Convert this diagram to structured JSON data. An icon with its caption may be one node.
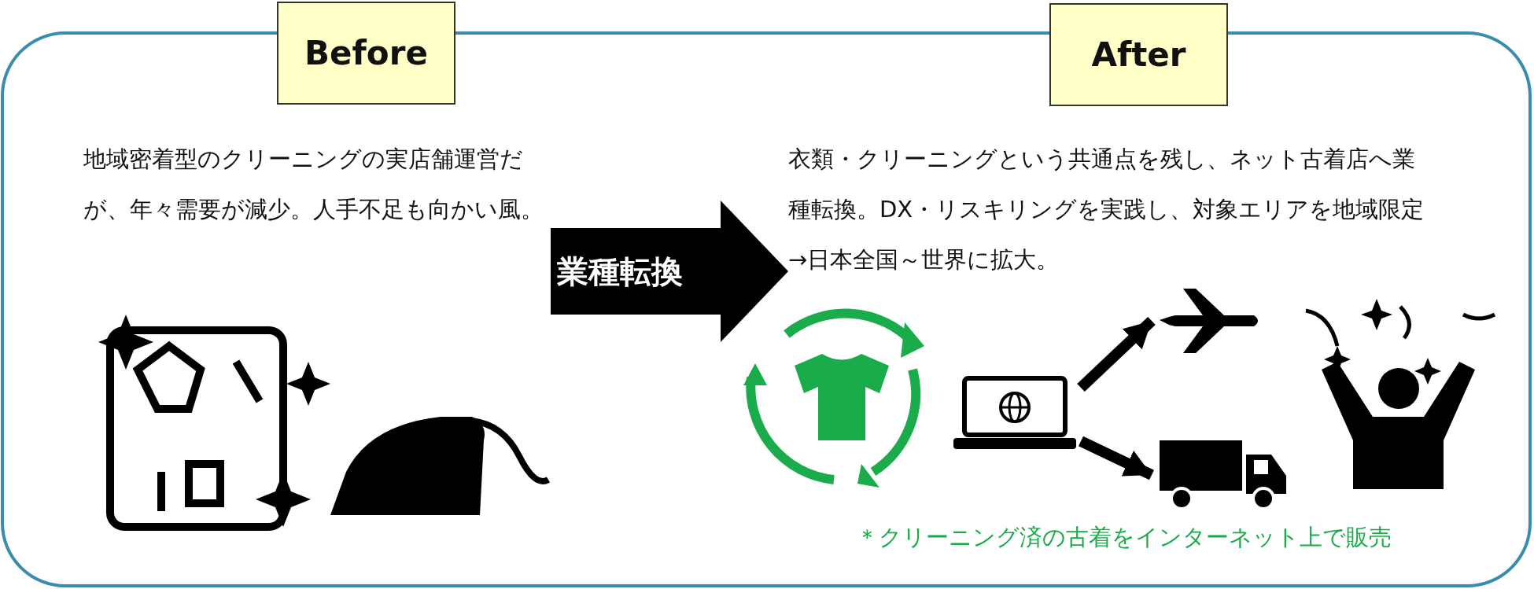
{
  "diagram": {
    "nodes": [
      {
        "text": [
          "Before"
        ]
      },
      {
        "text": [
          "地域密着型のクリーニングの実店舗運営だが、年々需要が減少。人手不足も向かい風。"
        ]
      },
      {
        "text": [
          "After"
        ]
      },
      {
        "text": [
          "衣類・クリーニングという共通点を残し、ネット古着店へ業種転換。DX・リスキリングを実践し、対象エリアを地域限定→日本全国～世界に拡大。"
        ]
      },
      {
        "text": [],
        "shape": "laptop"
      },
      {
        "text": [],
        "shape": "airplane"
      },
      {
        "text": [],
        "shape": "truck"
      }
    ],
    "edges": [
      {
        "from": 1,
        "to": 3,
        "arrow": "to",
        "label": "業種転換",
        "style": "thick"
      },
      {
        "from": 4,
        "to": 5,
        "arrow": "to"
      },
      {
        "from": 4,
        "to": 6,
        "arrow": "to"
      }
    ],
    "labels": [
      "＊クリーニング済の古着をインターネット上で販売"
    ]
  }
}
